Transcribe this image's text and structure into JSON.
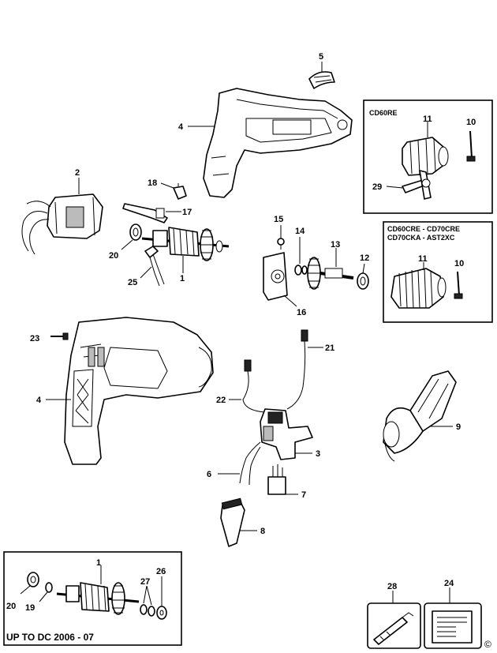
{
  "boxes": {
    "cd60re": {
      "title": "CD60RE"
    },
    "cd60cre": {
      "title_line1": "CD60CRE - CD70CRE",
      "title_line2": "CD70CKA - AST2XC"
    },
    "up_to": {
      "title": "UP TO DC 2006 - 07"
    }
  },
  "labels": {
    "p1": "1",
    "p2": "2",
    "p3": "3",
    "p4a": "4",
    "p4b": "4",
    "p5": "5",
    "p6": "6",
    "p7": "7",
    "p8": "8",
    "p9": "9",
    "p10a": "10",
    "p10b": "10",
    "p11a": "11",
    "p11b": "11",
    "p12": "12",
    "p13": "13",
    "p14": "14",
    "p15": "15",
    "p16": "16",
    "p17": "17",
    "p18": "18",
    "p20": "20",
    "p21": "21",
    "p22": "22",
    "p23": "23",
    "p24": "24",
    "p25": "25",
    "p28": "28",
    "p29": "29",
    "b1": "1",
    "b19": "19",
    "b20": "20",
    "b26": "26",
    "b27": "27"
  },
  "copyright": "©"
}
